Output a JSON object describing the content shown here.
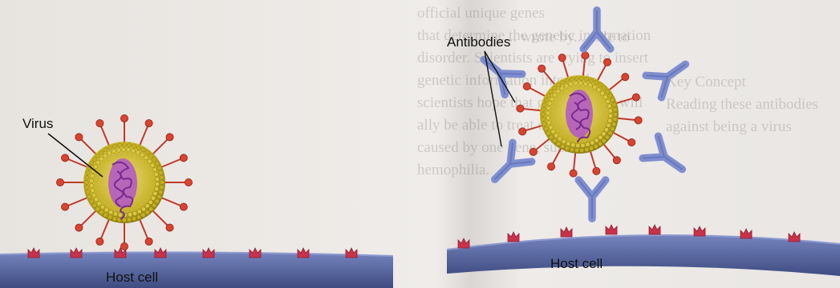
{
  "labels": {
    "virus": "Virus",
    "antibodies": "Antibodies",
    "host_cell_left": "Host cell",
    "host_cell_right": "Host cell"
  },
  "colors": {
    "capsid": "#d7c233",
    "capsid_edge": "#8c7c12",
    "genome": "#a64bb8",
    "spike": "#d9432f",
    "antibody": "#7f8ecf",
    "antibody_dark": "#5a67b2",
    "membrane": "#5f6fa6",
    "membrane_dark": "#3e4b7e",
    "receptor": "#c8324a",
    "page": "#ece9e6"
  }
}
